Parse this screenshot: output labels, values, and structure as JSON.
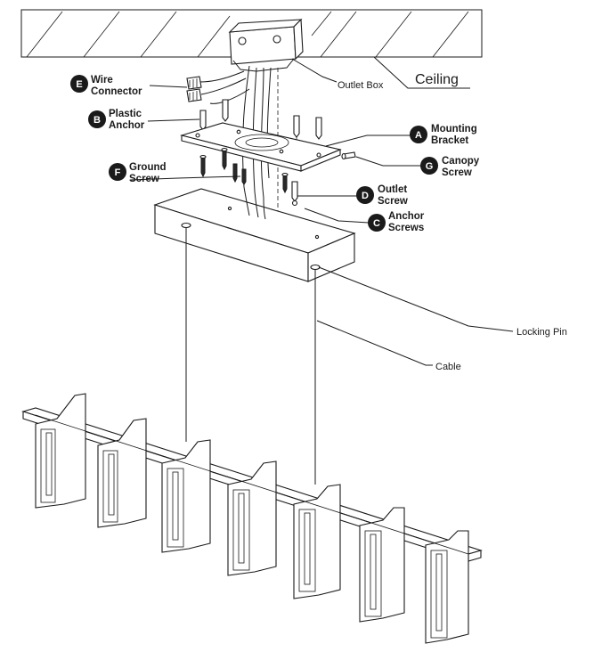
{
  "labels": {
    "ceiling": "Ceiling",
    "outlet_box": "Outlet Box",
    "locking_pin": "Locking Pin",
    "cable": "Cable"
  },
  "callouts": [
    {
      "letter": "A",
      "line1": "Mounting",
      "line2": "Bracket"
    },
    {
      "letter": "B",
      "line1": "Plastic",
      "line2": "Anchor"
    },
    {
      "letter": "C",
      "line1": "Anchor",
      "line2": "Screws"
    },
    {
      "letter": "D",
      "line1": "Outlet",
      "line2": "Screw"
    },
    {
      "letter": "E",
      "line1": "Wire",
      "line2": "Connector"
    },
    {
      "letter": "F",
      "line1": "Ground",
      "line2": "Screw"
    },
    {
      "letter": "G",
      "line1": "Canopy",
      "line2": "Screw"
    }
  ]
}
